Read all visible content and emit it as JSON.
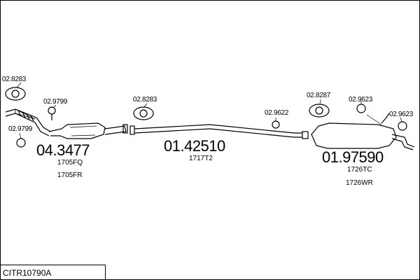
{
  "diagram_code": "CITR10790A",
  "parts": {
    "clamp_front_top": "02.8283",
    "clamp_front_pipe": "02.9799",
    "hanger_front_low": "02.9799",
    "catalyst": "04.3477",
    "catalyst_ref1": "1705FQ",
    "catalyst_ref2": "1705FR",
    "clamp_mid": "02.8283",
    "middle_pipe": "01.42510",
    "middle_ref": "1717T2",
    "hanger_mid": "02.9622",
    "clamp_rear": "02.8287",
    "hanger_rear1": "02.9623",
    "hanger_rear2": "02.9623",
    "rear_silencer": "01.97590",
    "rear_ref1": "1726TC",
    "rear_ref2": "1726WR"
  }
}
